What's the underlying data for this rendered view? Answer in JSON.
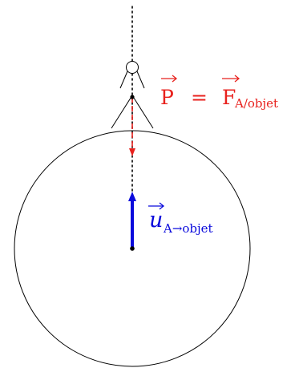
{
  "diagram": {
    "weight_label": {
      "vec_p": "P",
      "equals": "=",
      "vec_f": "F",
      "f_subscript": "A/objet"
    },
    "unit_label": {
      "vec_u": "u",
      "u_subscript": "A→objet"
    },
    "colors": {
      "weight": "#e8211d",
      "unit_vector": "#0a0adc",
      "outline": "#000000"
    }
  }
}
